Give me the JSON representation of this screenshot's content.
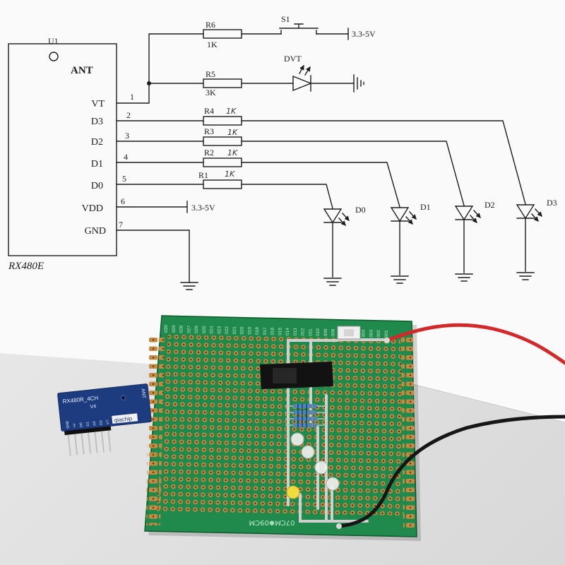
{
  "schematic": {
    "chip": {
      "ref": "U1",
      "antenna": "ANT",
      "part": "RX480E",
      "pins": [
        {
          "name": "VT",
          "number": "1"
        },
        {
          "name": "D3",
          "number": "2"
        },
        {
          "name": "D2",
          "number": "3"
        },
        {
          "name": "D1",
          "number": "4"
        },
        {
          "name": "D0",
          "number": "5"
        },
        {
          "name": "VDD",
          "number": "6"
        },
        {
          "name": "GND",
          "number": "7"
        }
      ]
    },
    "resistors": [
      {
        "ref": "R6",
        "value": "1K"
      },
      {
        "ref": "R5",
        "value": "3K"
      },
      {
        "ref": "R4",
        "value": "1K"
      },
      {
        "ref": "R3",
        "value": "1K"
      },
      {
        "ref": "R2",
        "value": "1K"
      },
      {
        "ref": "R1",
        "value": "1K"
      }
    ],
    "switch": {
      "ref": "S1"
    },
    "rails": {
      "switch_supply": "3.3-5V",
      "vdd_supply": "3.3-5V"
    },
    "vt_led": {
      "ref": "DVT"
    },
    "output_leds": [
      {
        "ref": "D0"
      },
      {
        "ref": "D1"
      },
      {
        "ref": "D2"
      },
      {
        "ref": "D3"
      }
    ]
  },
  "photo": {
    "module": {
      "model": "RX480R_4CH",
      "version": "V4",
      "antenna": "ANT",
      "brand": "qiachip",
      "pin_labels": [
        "GND",
        "+V",
        "D0",
        "D1",
        "D2",
        "D3",
        "VT"
      ]
    },
    "board": {
      "column_labels": [
        "030",
        "029",
        "028",
        "027",
        "026",
        "025",
        "024",
        "023",
        "022",
        "021",
        "020",
        "019",
        "018",
        "017",
        "016",
        "015",
        "014",
        "013",
        "012",
        "011",
        "010",
        "009",
        "008",
        "007",
        "006",
        "005",
        "004",
        "003",
        "002",
        "001"
      ],
      "size_label": "07CM✱09CM"
    },
    "colors": {
      "board": "#1f8a4b",
      "copper": "#c48a40",
      "solder": "#cfcfcf",
      "red_wire": "#d22a2a",
      "black_wire": "#161616",
      "module_blue": "#1d3c80",
      "yellow_led": "#f0dc3e"
    }
  }
}
